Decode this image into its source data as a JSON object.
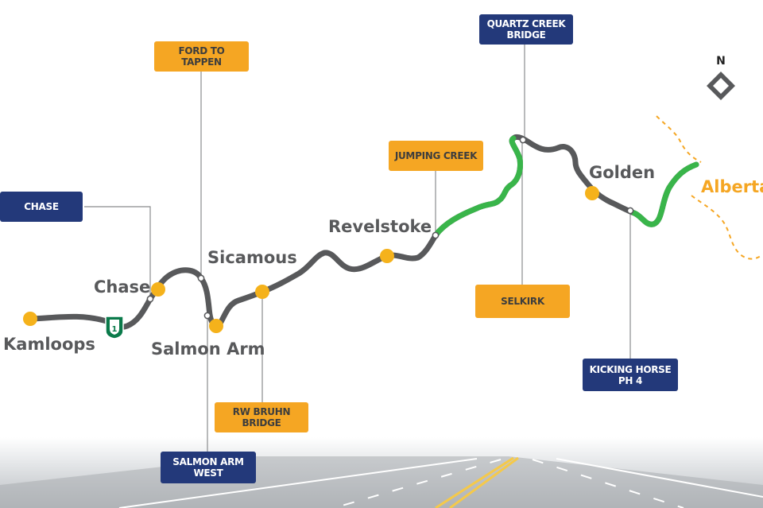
{
  "towns": {
    "kamloops": "Kamloops",
    "chase": "Chase",
    "salmon_arm": "Salmon Arm",
    "sicamous": "Sicamous",
    "revelstoke": "Revelstoke",
    "golden": "Golden"
  },
  "region": {
    "alberta": "Alberta"
  },
  "compass": {
    "north": "N"
  },
  "highway_shield": {
    "number": "1"
  },
  "projects": {
    "chase": "CHASE",
    "ford_to_tappen": "FORD TO TAPPEN",
    "salmon_arm_west": "SALMON ARM\nWEST",
    "rw_bruhn_bridge": "RW BRUHN\nBRIDGE",
    "jumping_creek": "JUMPING CREEK",
    "quartz_creek_bridge": "QUARTZ CREEK\nBRIDGE",
    "selkirk": "SELKIRK",
    "kicking_horse_ph4": "KICKING HORSE\nPH 4"
  },
  "colors": {
    "route": "#58595b",
    "completed_route": "#39b54a",
    "town_marker": "#f5b21b",
    "tag_blue": "#23397a",
    "tag_orange": "#f5a623",
    "border_dashes": "#f5a623",
    "shield": "#0a7a4a"
  }
}
